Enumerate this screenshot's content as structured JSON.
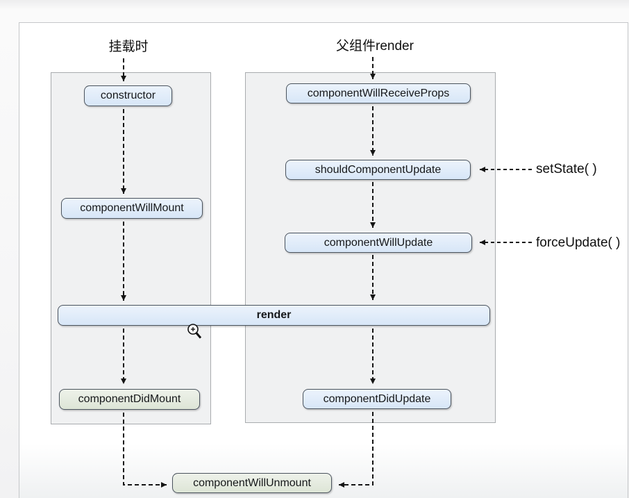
{
  "diagram": {
    "title_labels": {
      "mount": "挂载时",
      "parent_render": "父组件render"
    },
    "annotations": {
      "set_state": "setState( )",
      "force_update": "forceUpdate( )"
    },
    "nodes": {
      "ctor": "constructor",
      "will_mount": "componentWillMount",
      "render": "render",
      "did_mount": "componentDidMount",
      "will_receive_props": "componentWillReceiveProps",
      "should_update": "shouldComponentUpdate",
      "will_update": "componentWillUpdate",
      "did_update": "componentDidUpdate",
      "will_unmount": "componentWillUnmount"
    },
    "colors": {
      "node_blue_fill": "#d7e6f7",
      "node_green_fill": "#dde5d6",
      "node_border": "#4b545e",
      "panel_fill": "#f0f1f2",
      "panel_border": "#a8abae",
      "arrow": "#141414",
      "canvas_bg": "#ffffff"
    }
  }
}
